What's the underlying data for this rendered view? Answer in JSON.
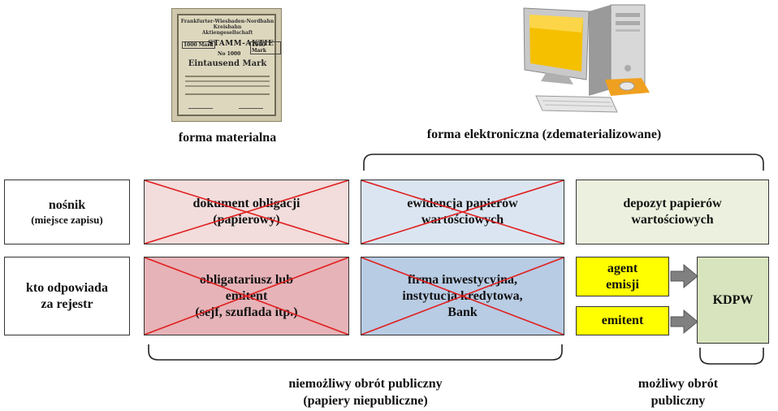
{
  "captions": {
    "paper": "forma materialna",
    "electronic": "forma elektroniczna (zdematerializowane)",
    "not_public": "niemożliwy obrót publiczny\n(papiery niepubliczne)",
    "public": "możliwy obrót\npubliczny"
  },
  "rows": {
    "carrier": {
      "main": "nośnik",
      "sub": "(miejsce zapisu)"
    },
    "registrar": "kto odpowiada\nza rejestr"
  },
  "cells": {
    "paper_document": "dokument obligacji\n(papierowy)",
    "securities_register": "ewidencja papierów\nwartościowych",
    "securities_deposit": "depozyt papierów\nwartościowych",
    "bondholder_issuer": "obligatariusz lub\nemitent\n(sejf, szuflada itp.)",
    "investment_firm": "firma inwestycyjna,\ninstytucja kredytowa,\nBank",
    "issue_agent": "agent\nemisji",
    "issuer": "emitent",
    "kdpw": "KDPW"
  },
  "certificate": {
    "header": "Frankfurter-Wiesbaden-Nordbahn Kreisbahn\nAktiengesellschaft",
    "title": "STAMM-AKTIE",
    "amount": "Eintausend Mark",
    "value_left": "1000 Mark",
    "value_right": "1000 Mark",
    "number": "No 1000"
  },
  "colors": {
    "cross": "#e02020",
    "paper_top": "#f2dcdc",
    "paper_bottom": "#e6b3b8",
    "blue_top": "#dbe5f1",
    "blue_bottom": "#b8cce4",
    "green": "#ebf1de",
    "kdpw": "#d7e4bd",
    "yellow": "#ffff00",
    "arrow": "#808080"
  }
}
